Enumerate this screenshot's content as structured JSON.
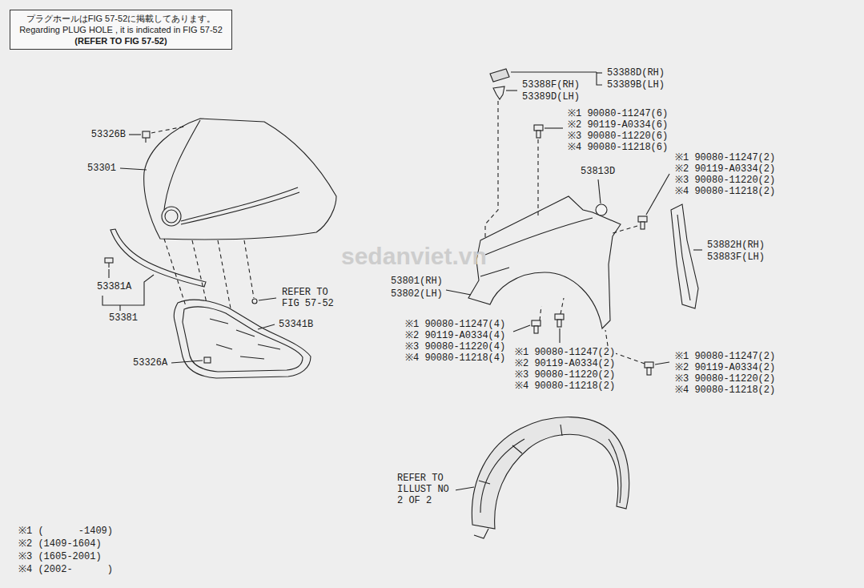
{
  "diagram": {
    "nodes": [
      {
        "text": [
          "プラグホールはFIG 57-52に掲載してあります。",
          "Regarding PLUG HOLE , it is indicated in FIG 57-52",
          "(REFER TO FIG 57-52)"
        ]
      }
    ],
    "labels": [
      "53326B",
      "53301",
      "53381A",
      "53381",
      "53341B",
      "53326A",
      "REFER TO FIG 57-52",
      "53388D(RH)",
      "53389B(LH)",
      "53388F(RH)",
      "53389D(LH)",
      "※1 90080-11247(6)",
      "※2 90119-A0334(6)",
      "※3 90080-11220(6)",
      "※4 90080-11218(6)",
      "53813D",
      "※1 90080-11247(2)",
      "※2 90119-A0334(2)",
      "※3 90080-11220(2)",
      "※4 90080-11218(2)",
      "53882H(RH)",
      "53883F(LH)",
      "53801(RH)",
      "53802(LH)",
      "※1 90080-11247(4)",
      "※2 90119-A0334(4)",
      "※3 90080-11220(4)",
      "※4 90080-11218(4)",
      "※1 90080-11247(2)",
      "※2 90119-A0334(2)",
      "※3 90080-11220(2)",
      "※4 90080-11218(2)",
      "※1 90080-11247(2)",
      "※2 90119-A0334(2)",
      "※3 90080-11220(2)",
      "※4 90080-11218(2)",
      "REFER TO ILLUST NO 2 OF 2",
      "※1 (      -1409)",
      "※2 (1409-1604)",
      "※3 (1605-2001)",
      "※4 (2002-      )",
      "sedanviet.vn"
    ]
  }
}
